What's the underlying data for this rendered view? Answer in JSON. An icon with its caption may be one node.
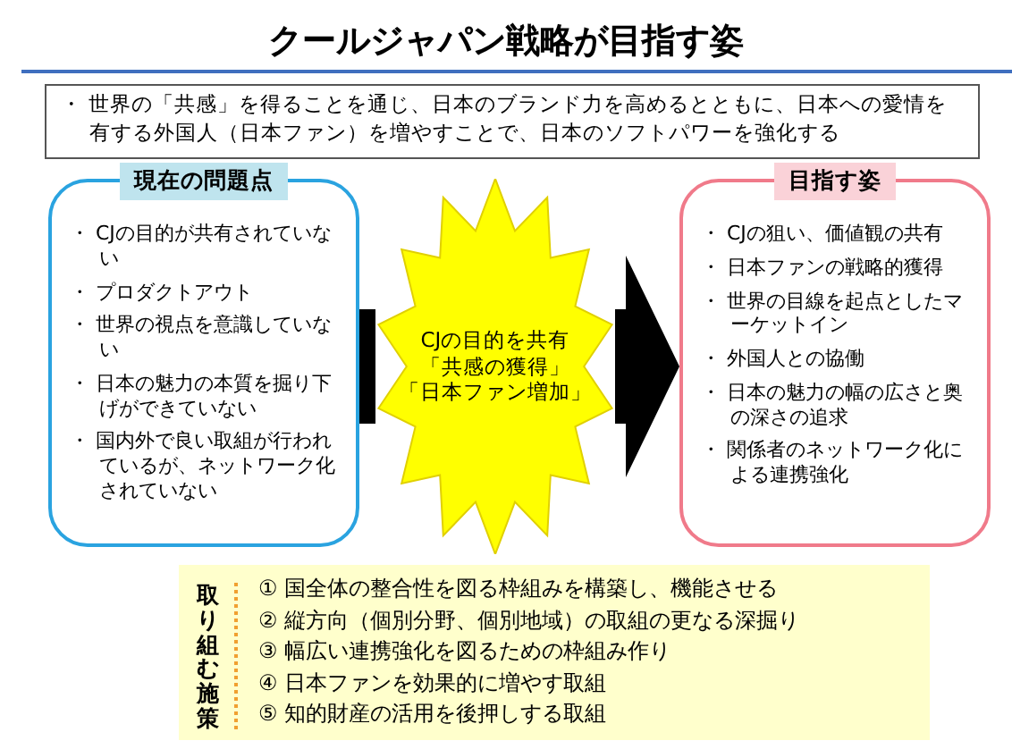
{
  "diagram": {
    "title": "クールジャパン戦略が目指す姿",
    "nodes": [
      {
        "text": [
          "・ 世界の「共感」を得ることを通じ、日本のブランド力を高めるとともに、日本への愛情を有する外国人（日本ファン）を増やすことで、日本のソフトパワーを強化する"
        ]
      },
      {
        "text": [
          "現在の問題点",
          "・ CJの目的が共有されていない",
          "・ プロダクトアウト",
          "・ 世界の視点を意識していない",
          "・ 日本の魅力の本質を掘り下げができていない",
          "・ 国内外で良い取組が行われているが、ネットワーク化されていない"
        ]
      },
      {
        "text": [
          "CJの目的を共有",
          "「共感の獲得」",
          "「日本ファン増加」"
        ]
      },
      {
        "text": [
          "目指す姿",
          "・ CJの狙い、価値観の共有",
          "・ 日本ファンの戦略的獲得",
          "・ 世界の目線を起点としたマーケットイン",
          "・ 外国人との協働",
          "・ 日本の魅力の幅の広さと奥の深さの追求",
          "・ 関係者のネットワーク化による連携強化"
        ]
      },
      {
        "text": [
          "取り組む施策",
          "①  国全体の整合性を図る枠組みを構築し、機能させる",
          "②  縦方向（個別分野、個別地域）の取組の更なる深掘り",
          "③  幅広い連携強化を図るための枠組み作り",
          "④  日本ファンを効果的に増やす取組",
          "⑤  知的財産の活用を後押しする取組"
        ]
      }
    ],
    "edges": [
      {
        "from": 1,
        "to": 2,
        "arrow": "none",
        "style": "thick"
      },
      {
        "from": 2,
        "to": 3,
        "arrow": "to",
        "style": "thick"
      }
    ]
  }
}
